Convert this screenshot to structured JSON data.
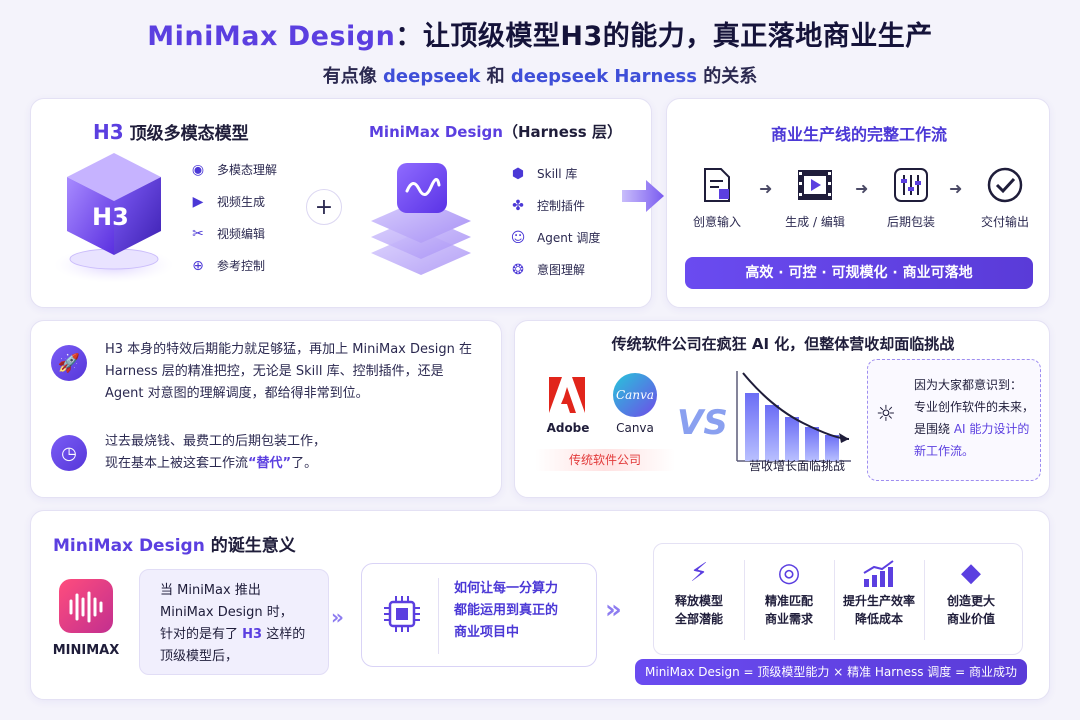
{
  "header": {
    "title_brand": "MiniMax Design",
    "title_rest": "：让顶级模型H3的能力，真正落地商业生产",
    "sub_pre": "有点像 ",
    "sub_a": "deepseek",
    "sub_mid": " 和 ",
    "sub_b": "deepseek Harness",
    "sub_post": " 的关系"
  },
  "top_left": {
    "h3_title_a": "H3",
    "h3_title_b": " 顶级多模态模型",
    "h3_cube_label": "H3",
    "h3_features": [
      {
        "icon": "eye-icon",
        "label": "多模态理解"
      },
      {
        "icon": "play-icon",
        "label": "视频生成"
      },
      {
        "icon": "scissors-icon",
        "label": "视频编辑"
      },
      {
        "icon": "target-icon",
        "label": "参考控制"
      }
    ],
    "plus": "+",
    "md_title_a": "MiniMax Design",
    "md_title_b": "（Harness 层）",
    "md_features": [
      {
        "icon": "cube-icon",
        "label": "Skill 库"
      },
      {
        "icon": "puzzle-icon",
        "label": "控制插件"
      },
      {
        "icon": "robot-icon",
        "label": "Agent 调度"
      },
      {
        "icon": "brain-icon",
        "label": "意图理解"
      }
    ]
  },
  "workflow": {
    "title": "商业生产线的完整工作流",
    "steps": [
      "创意输入",
      "生成 / 编辑",
      "后期包装",
      "交付输出"
    ],
    "banner": "高效 · 可控 · 可规模化 · 商业可落地"
  },
  "middle_left": {
    "para1": "H3 本身的特效后期能力就足够猛，再加上 MiniMax Design 在 Harness 层的精准把控，无论是 Skill 库、控制插件，还是 Agent 对意图的理解调度，都给得非常到位。",
    "para2_a": "过去最烧钱、最费工的后期包装工作，",
    "para2_b": "现在基本上被这套工作流",
    "para2_hl": "“替代”",
    "para2_c": "了。"
  },
  "middle_right": {
    "title": "传统软件公司在疯狂 AI 化，但整体营收却面临挑战",
    "adobe": "Adobe",
    "canva_logo": "Canva",
    "canva": "Canva",
    "vs": "VS",
    "trad_label": "传统软件公司",
    "chart_caption": "营收增长面临挑战",
    "insight_a": "因为大家都意识到：",
    "insight_b": "专业创作软件的未来，",
    "insight_c_a": "是围绕 ",
    "insight_c_hl": "AI 能力设计的",
    "insight_d": "新工作流。"
  },
  "bottom": {
    "title_a": "MiniMax Design",
    "title_b": " 的诞生意义",
    "logo_label": "MINIMAX",
    "quote_1": "当 MiniMax 推出",
    "quote_2": "MiniMax Design 时，",
    "quote_3": "针对的是有了 ",
    "quote_3_hl": "H3",
    "quote_3_b": " 这样的",
    "quote_4": "顶级模型后，",
    "q2_1": "如何让每一分算力",
    "q2_2": "都能运用到真正的",
    "q2_3": "商业项目中",
    "values": [
      {
        "icon": "lightning-icon",
        "l1": "释放模型",
        "l2": "全部潜能"
      },
      {
        "icon": "bullseye-icon",
        "l1": "精准匹配",
        "l2": "商业需求"
      },
      {
        "icon": "growth-chart-icon",
        "l1": "提升生产效率",
        "l2": "降低成本"
      },
      {
        "icon": "diamond-icon",
        "l1": "创造更大",
        "l2": "商业价值"
      }
    ],
    "formula": "MiniMax Design = 顶级模型能力 × 精准 Harness 调度 = 商业成功"
  },
  "colors": {
    "accent": "#5b3fe0",
    "accent_dark": "#4b38d6",
    "bg": "#f4f3fb"
  }
}
